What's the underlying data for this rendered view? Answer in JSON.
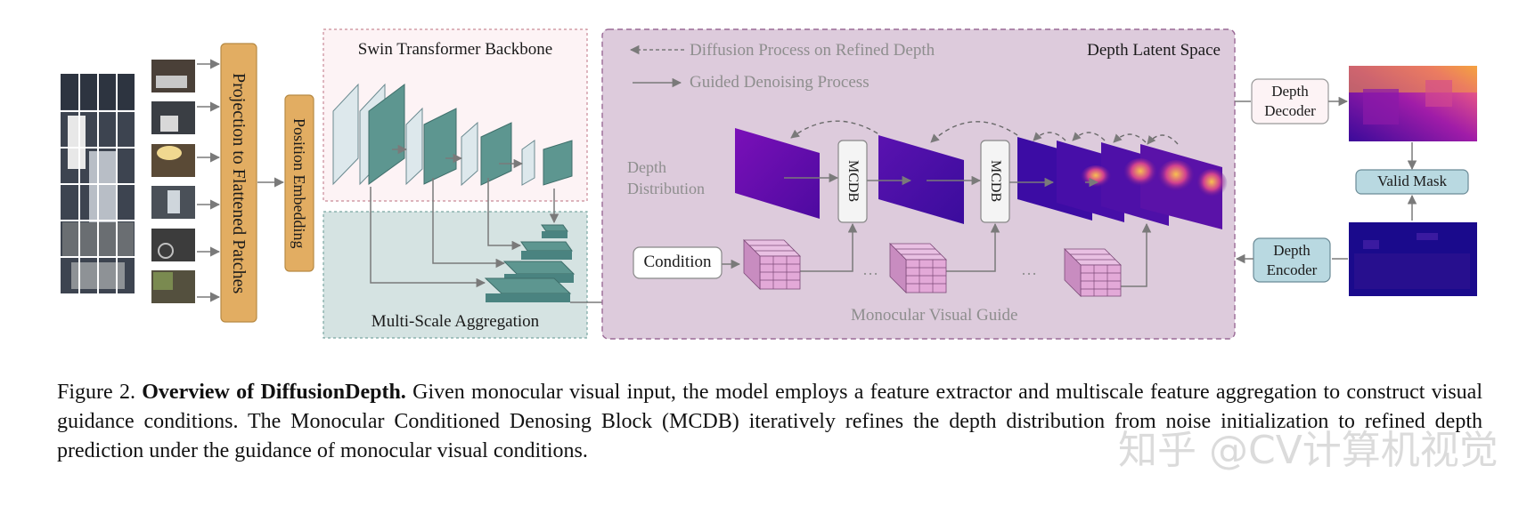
{
  "diagram": {
    "swin_backbone": "Swin Transformer Backbone",
    "multi_scale": "Multi-Scale Aggregation",
    "projection": "Projection to Flattened Patches",
    "position_embedding": "Position Embedding",
    "legend_diffusion": "Diffusion Process on Refined Depth",
    "legend_denoising": "Guided Denoising Process",
    "latent_space": "Depth Latent Space",
    "depth_distribution": "Depth\nDistribution",
    "mcdb": "MCDB",
    "condition": "Condition",
    "monocular_guide": "Monocular Visual Guide",
    "ellipsis": "…",
    "depth_decoder": "Depth\nDecoder",
    "depth_encoder": "Depth\nEncoder",
    "valid_mask": "Valid Mask"
  },
  "caption": {
    "figure_number": "Figure 2.",
    "title": "Overview of DiffusionDepth.",
    "body": "Given monocular visual input, the model employs a feature extractor and multiscale feature aggregation to construct visual guidance conditions. The Monocular Conditioned Denosing Block (MCDB) iteratively refines the depth distribution from noise initialization to refined depth prediction under the guidance of monocular visual conditions."
  },
  "watermark": "知乎 @CV计算机视觉",
  "colors": {
    "orange_box": "#e2ad62",
    "latent_bg": "#ddcbdc",
    "latent_border": "#9a6a96",
    "swin_bg": "#fdf3f5",
    "swin_border": "#c98a98",
    "msa_bg": "#d5e3e2",
    "teal_block": "#5d9690",
    "light_block": "#dde8ec",
    "pink_block": "#e3a9d8",
    "blue_box": "#b9d9e1",
    "arrow": "#7a7a7a"
  }
}
